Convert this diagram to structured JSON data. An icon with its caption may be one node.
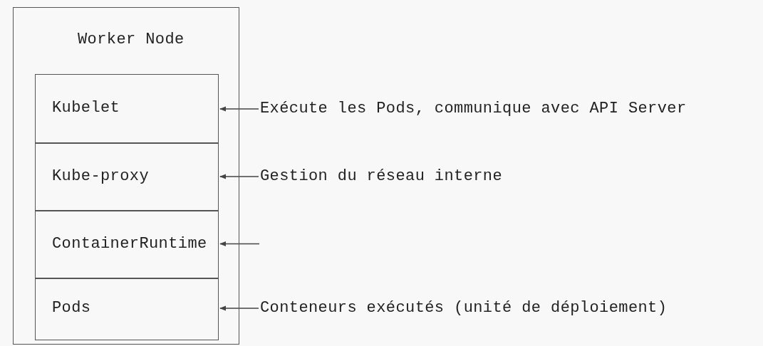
{
  "diagram": {
    "nodes": [
      {
        "text": [
          "Worker Node"
        ]
      },
      {
        "text": [
          "Kubelet"
        ],
        "in": 0
      },
      {
        "text": [
          "Exécute les Pods, communique avec API Server"
        ]
      },
      {
        "text": [
          "Kube-proxy"
        ],
        "in": 0
      },
      {
        "text": [
          "Gestion du réseau interne"
        ]
      },
      {
        "text": [
          "ContainerRuntime"
        ],
        "in": 0
      },
      {
        "text": [
          "Pods"
        ],
        "in": 0
      },
      {
        "text": [
          "Conteneurs exécutés (unité de déploiement)"
        ]
      }
    ],
    "edges": [
      {
        "from": 2,
        "to": 1,
        "arrow": "to"
      },
      {
        "from": 4,
        "to": 3,
        "arrow": "to"
      },
      {
        "from": null,
        "to": 5,
        "arrow": "to"
      },
      {
        "from": 7,
        "to": 6,
        "arrow": "to"
      }
    ]
  }
}
